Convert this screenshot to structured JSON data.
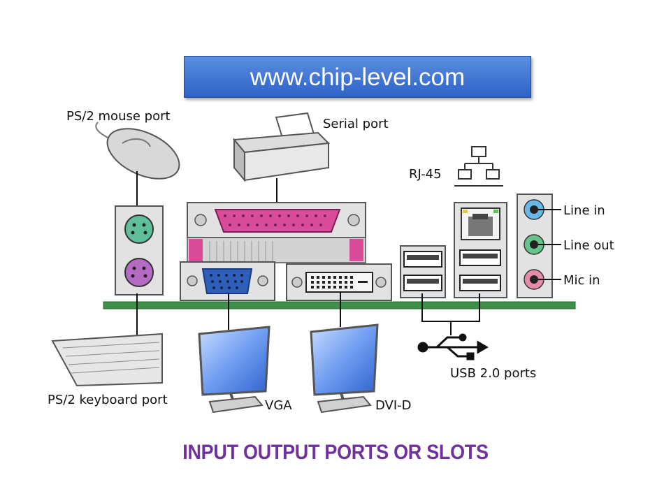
{
  "banner": {
    "text": "www.chip-level.com"
  },
  "labels": {
    "ps2_mouse": "PS/2 mouse port",
    "serial": "Serial port",
    "rj45": "RJ-45",
    "line_in": "Line in",
    "line_out": "Line out",
    "mic_in": "Mic in",
    "usb": "USB 2.0 ports",
    "ps2_keyboard": "PS/2 keyboard port",
    "vga": "VGA",
    "dvi": "DVI-D"
  },
  "caption": "INPUT OUTPUT PORTS OR SLOTS",
  "colors": {
    "banner": "#3a6fd6",
    "caption": "#7030a0",
    "board": "#3f8f4a",
    "parallel": "#d94c9a",
    "vga": "#2f5fb8",
    "ps2_mouse": "#5fbf9a",
    "ps2_keyboard": "#b56ac4",
    "line_in": "#69b8e8",
    "line_out": "#66c48a",
    "mic_in": "#e58aaa"
  }
}
